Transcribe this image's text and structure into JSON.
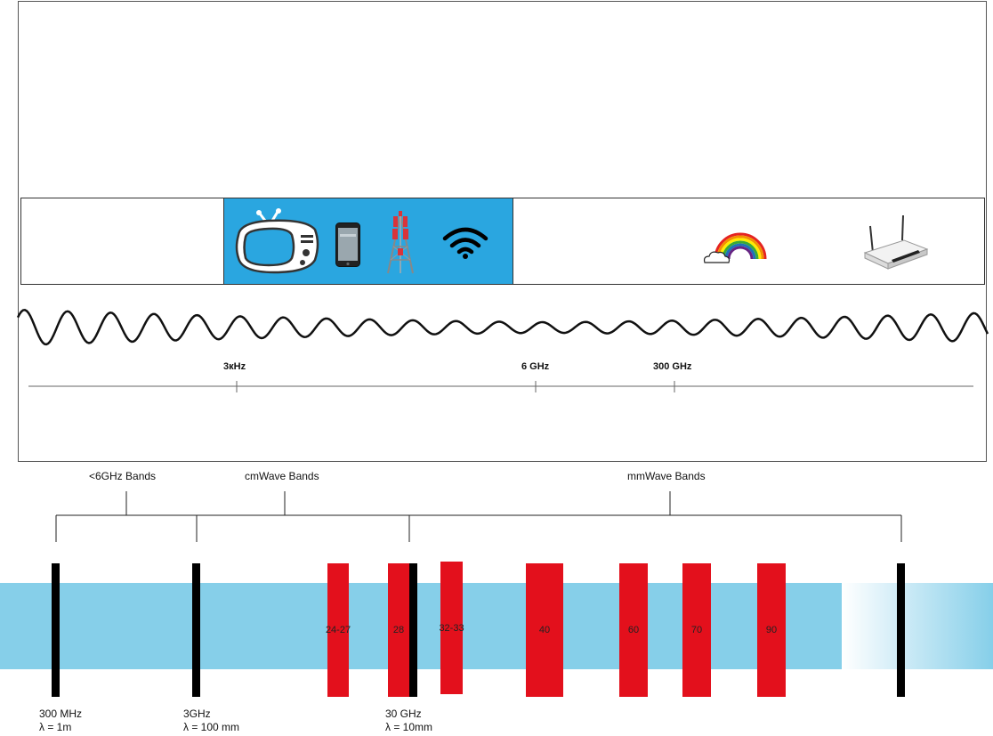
{
  "top_panel": {
    "icons": [
      "tv-icon",
      "smartphone-icon",
      "cell-tower-icon",
      "wifi-icon",
      "rainbow-icon",
      "router-icon"
    ],
    "highlight_color": "#2aa6e0"
  },
  "frequency_axis": {
    "ticks": [
      {
        "label": "3кHz"
      },
      {
        "label": "6 GHz"
      },
      {
        "label": "300 GHz"
      }
    ]
  },
  "groups": {
    "sub6": "<6GHz Bands",
    "cmwave": "cmWave Bands",
    "mmwave": "mmWave Bands"
  },
  "bands": [
    {
      "label": "24-27"
    },
    {
      "label": "28"
    },
    {
      "label": "32-33"
    },
    {
      "label": "40"
    },
    {
      "label": "60"
    },
    {
      "label": "70"
    },
    {
      "label": "90"
    }
  ],
  "markers": {
    "m300mhz": {
      "freq": "300 MHz",
      "wavelength": "λ = 1m"
    },
    "m3ghz": {
      "freq": "3GHz",
      "wavelength": "λ = 100 mm"
    },
    "m30ghz": {
      "freq": "30 GHz",
      "wavelength": "λ = 10mm"
    }
  },
  "colors": {
    "band": "#e3101c",
    "spectrum": "#86cfe9",
    "marker": "#000000"
  }
}
